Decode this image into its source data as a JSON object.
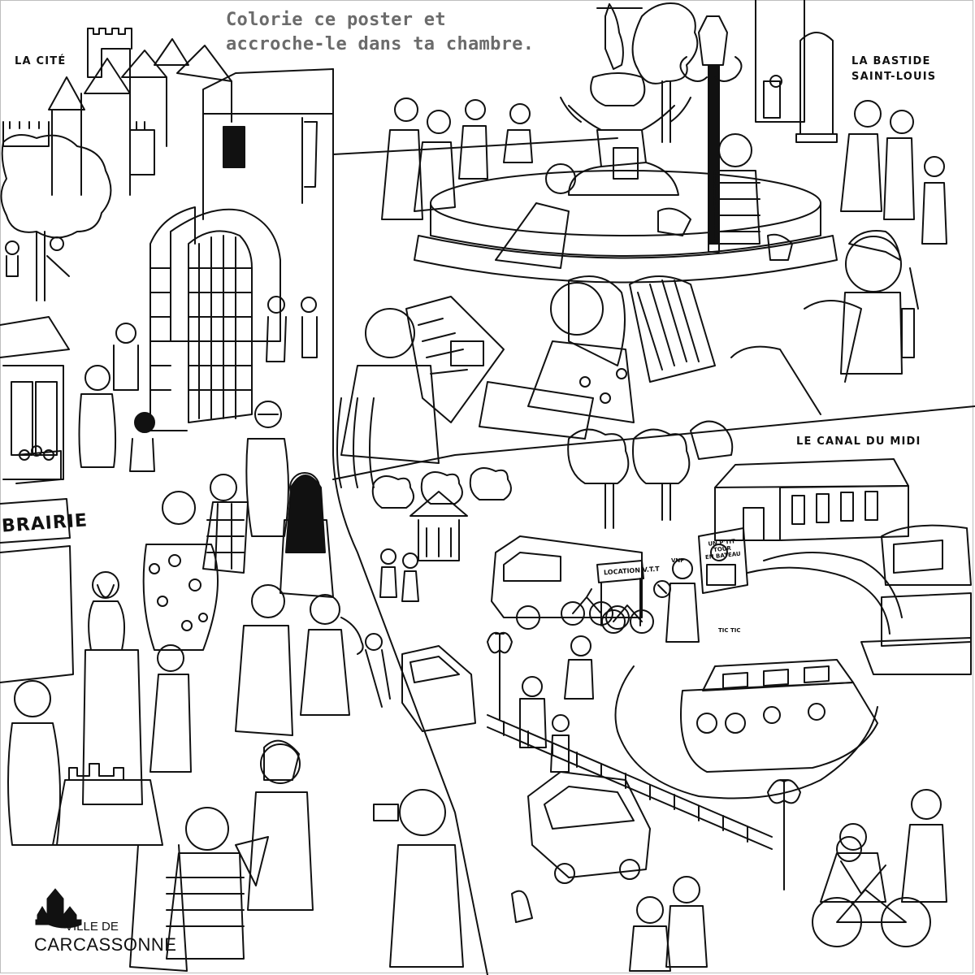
{
  "poster": {
    "heading_line1": "Colorie ce poster et",
    "heading_line2": "accroche-le dans ta chambre.",
    "areas": {
      "cite": "LA CITÉ",
      "bastide_line1": "LA BASTIDE",
      "bastide_line2": "SAINT-LOUIS",
      "canal": "LE CANAL DU MIDI"
    },
    "signs": {
      "librairie": "BRAIRIE",
      "location": "LOCATION V.T.T",
      "boat_tour_line1": "UN P'TIT TOUR",
      "boat_tour_line2": "EN BATEAU",
      "ticket": "TIC TIC",
      "vnf": "VNF"
    },
    "logo": {
      "line1": "VILLE DE",
      "line2": "CARCASSONNE",
      "icon": "castle-logo-icon"
    }
  },
  "colors": {
    "ink": "#111111",
    "heading": "#6b6b6b",
    "background": "#ffffff",
    "frame": "#bdbdbd"
  }
}
